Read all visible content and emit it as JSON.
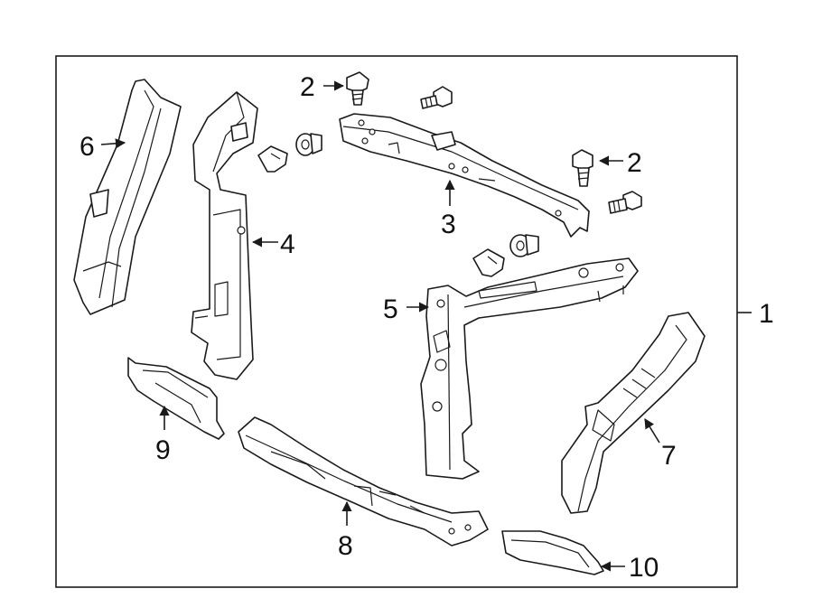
{
  "callouts": {
    "assembly": "1",
    "bolt_upper": "2",
    "bolt_right": "2",
    "upper_tie_bar": "3",
    "left_support": "4",
    "right_support": "5",
    "left_side_panel": "6",
    "right_side_panel": "7",
    "lower_tie_bar": "8",
    "left_bracket": "9",
    "right_bracket": "10"
  },
  "colors": {
    "line": "#1a1a1a",
    "background": "#ffffff"
  }
}
